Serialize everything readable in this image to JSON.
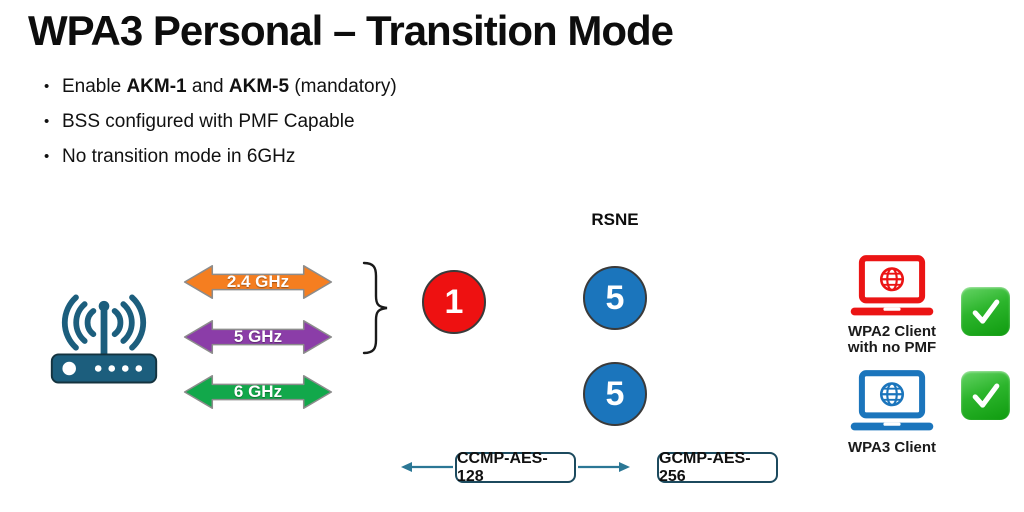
{
  "slide": {
    "title": "WPA3 Personal – Transition Mode",
    "bullet_char": "•",
    "bullets": {
      "b1": {
        "p1": "Enable ",
        "p2": "AKM-1",
        "p3": " and ",
        "p4": "AKM-5",
        "p5": " (mandatory)"
      },
      "b2": "BSS configured with PMF Capable",
      "b3": "No transition mode in 6GHz"
    }
  },
  "diagram": {
    "rsne_label": "RSNE",
    "router_color": "#1c5e7d",
    "bands": {
      "band24": {
        "label": "2.4 GHz",
        "color": "#f57e20"
      },
      "band5": {
        "label": "5 GHz",
        "color": "#8b3da8"
      },
      "band6": {
        "label": "6 GHz",
        "color": "#12a84b"
      }
    },
    "akm_circles": {
      "legacy": {
        "value": "1",
        "color": "#ee1111"
      },
      "sae_upper": {
        "value": "5",
        "color": "#1b75bc"
      },
      "sae_lower": {
        "value": "5",
        "color": "#1b75bc"
      }
    },
    "ciphers": {
      "ccmp": "CCMP-AES-128",
      "gcmp": "GCMP-AES-256",
      "arrow_color": "#2b7795"
    },
    "clients": {
      "wpa2": {
        "line1": "WPA2 Client",
        "line2": "with no PMF",
        "color": "#eb1414",
        "status_color": "#2cb52c"
      },
      "wpa3": {
        "line1": "WPA3 Client",
        "color": "#1b75bc",
        "status_color": "#2cb52c"
      }
    }
  }
}
